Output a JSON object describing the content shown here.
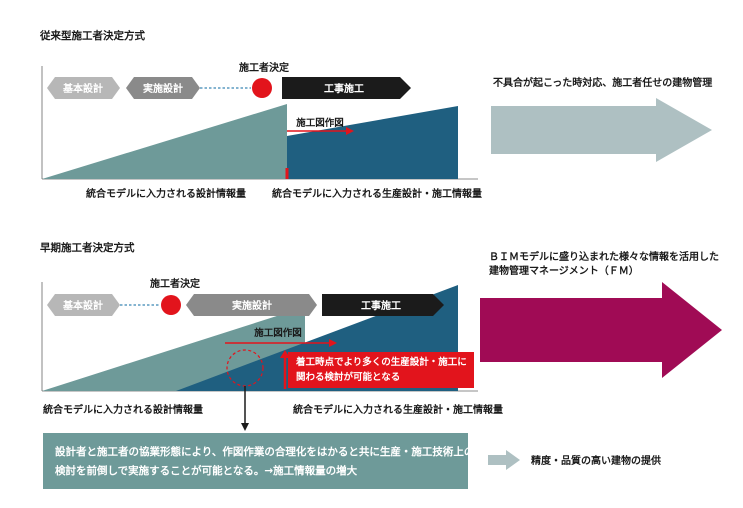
{
  "colors": {
    "teal_gray": "#6e9a99",
    "dark_blue": "#1f5f80",
    "red": "#e2141c",
    "black": "#1b1b1b",
    "light_gray": "#b7b7b7",
    "mid_gray": "#8a8a8a",
    "gray_arrow": "#aec0c2",
    "magenta": "#a00b55",
    "dashed_blue": "#3b86b5"
  },
  "top_section": {
    "title": "従来型施工者決定方式",
    "phase_basic": "基本設計",
    "phase_detail": "実施設計",
    "decision_label": "施工者決定",
    "phase_construction": "工事施工",
    "shop_drawing_label": "施工図作図",
    "design_info_label": "統合モデルに入力される設計情報量",
    "production_info_label": "統合モデルに入力される生産設計・施工情報量",
    "outcome_text": "不具合が起こった時対応、施工者任せの建物管理"
  },
  "bottom_section": {
    "title": "早期施工者決定方式",
    "phase_basic": "基本設計",
    "decision_label": "施工者決定",
    "phase_detail": "実施設計",
    "phase_construction": "工事施工",
    "shop_drawing_label": "施工図作図",
    "callout_line1": "着工時点でより多くの生産設計・施工に",
    "callout_line2": "関わる検討が可能となる",
    "design_info_label": "統合モデルに入力される設計情報量",
    "production_info_label": "統合モデルに入力される生産設計・施工情報量",
    "outcome_line1": "ＢＩＭモデルに盛り込まれた様々な情報を活用した",
    "outcome_line2": "建物管理マネージメント（ＦＭ）"
  },
  "summary": {
    "line1": "設計者と施工者の協業形態により、作図作業の合理化をはかると共に生産・施工技術上の",
    "line2": "検討を前倒しで実施することが可能となる。→施工情報量の増大",
    "result": "精度・品質の高い建物の提供"
  }
}
